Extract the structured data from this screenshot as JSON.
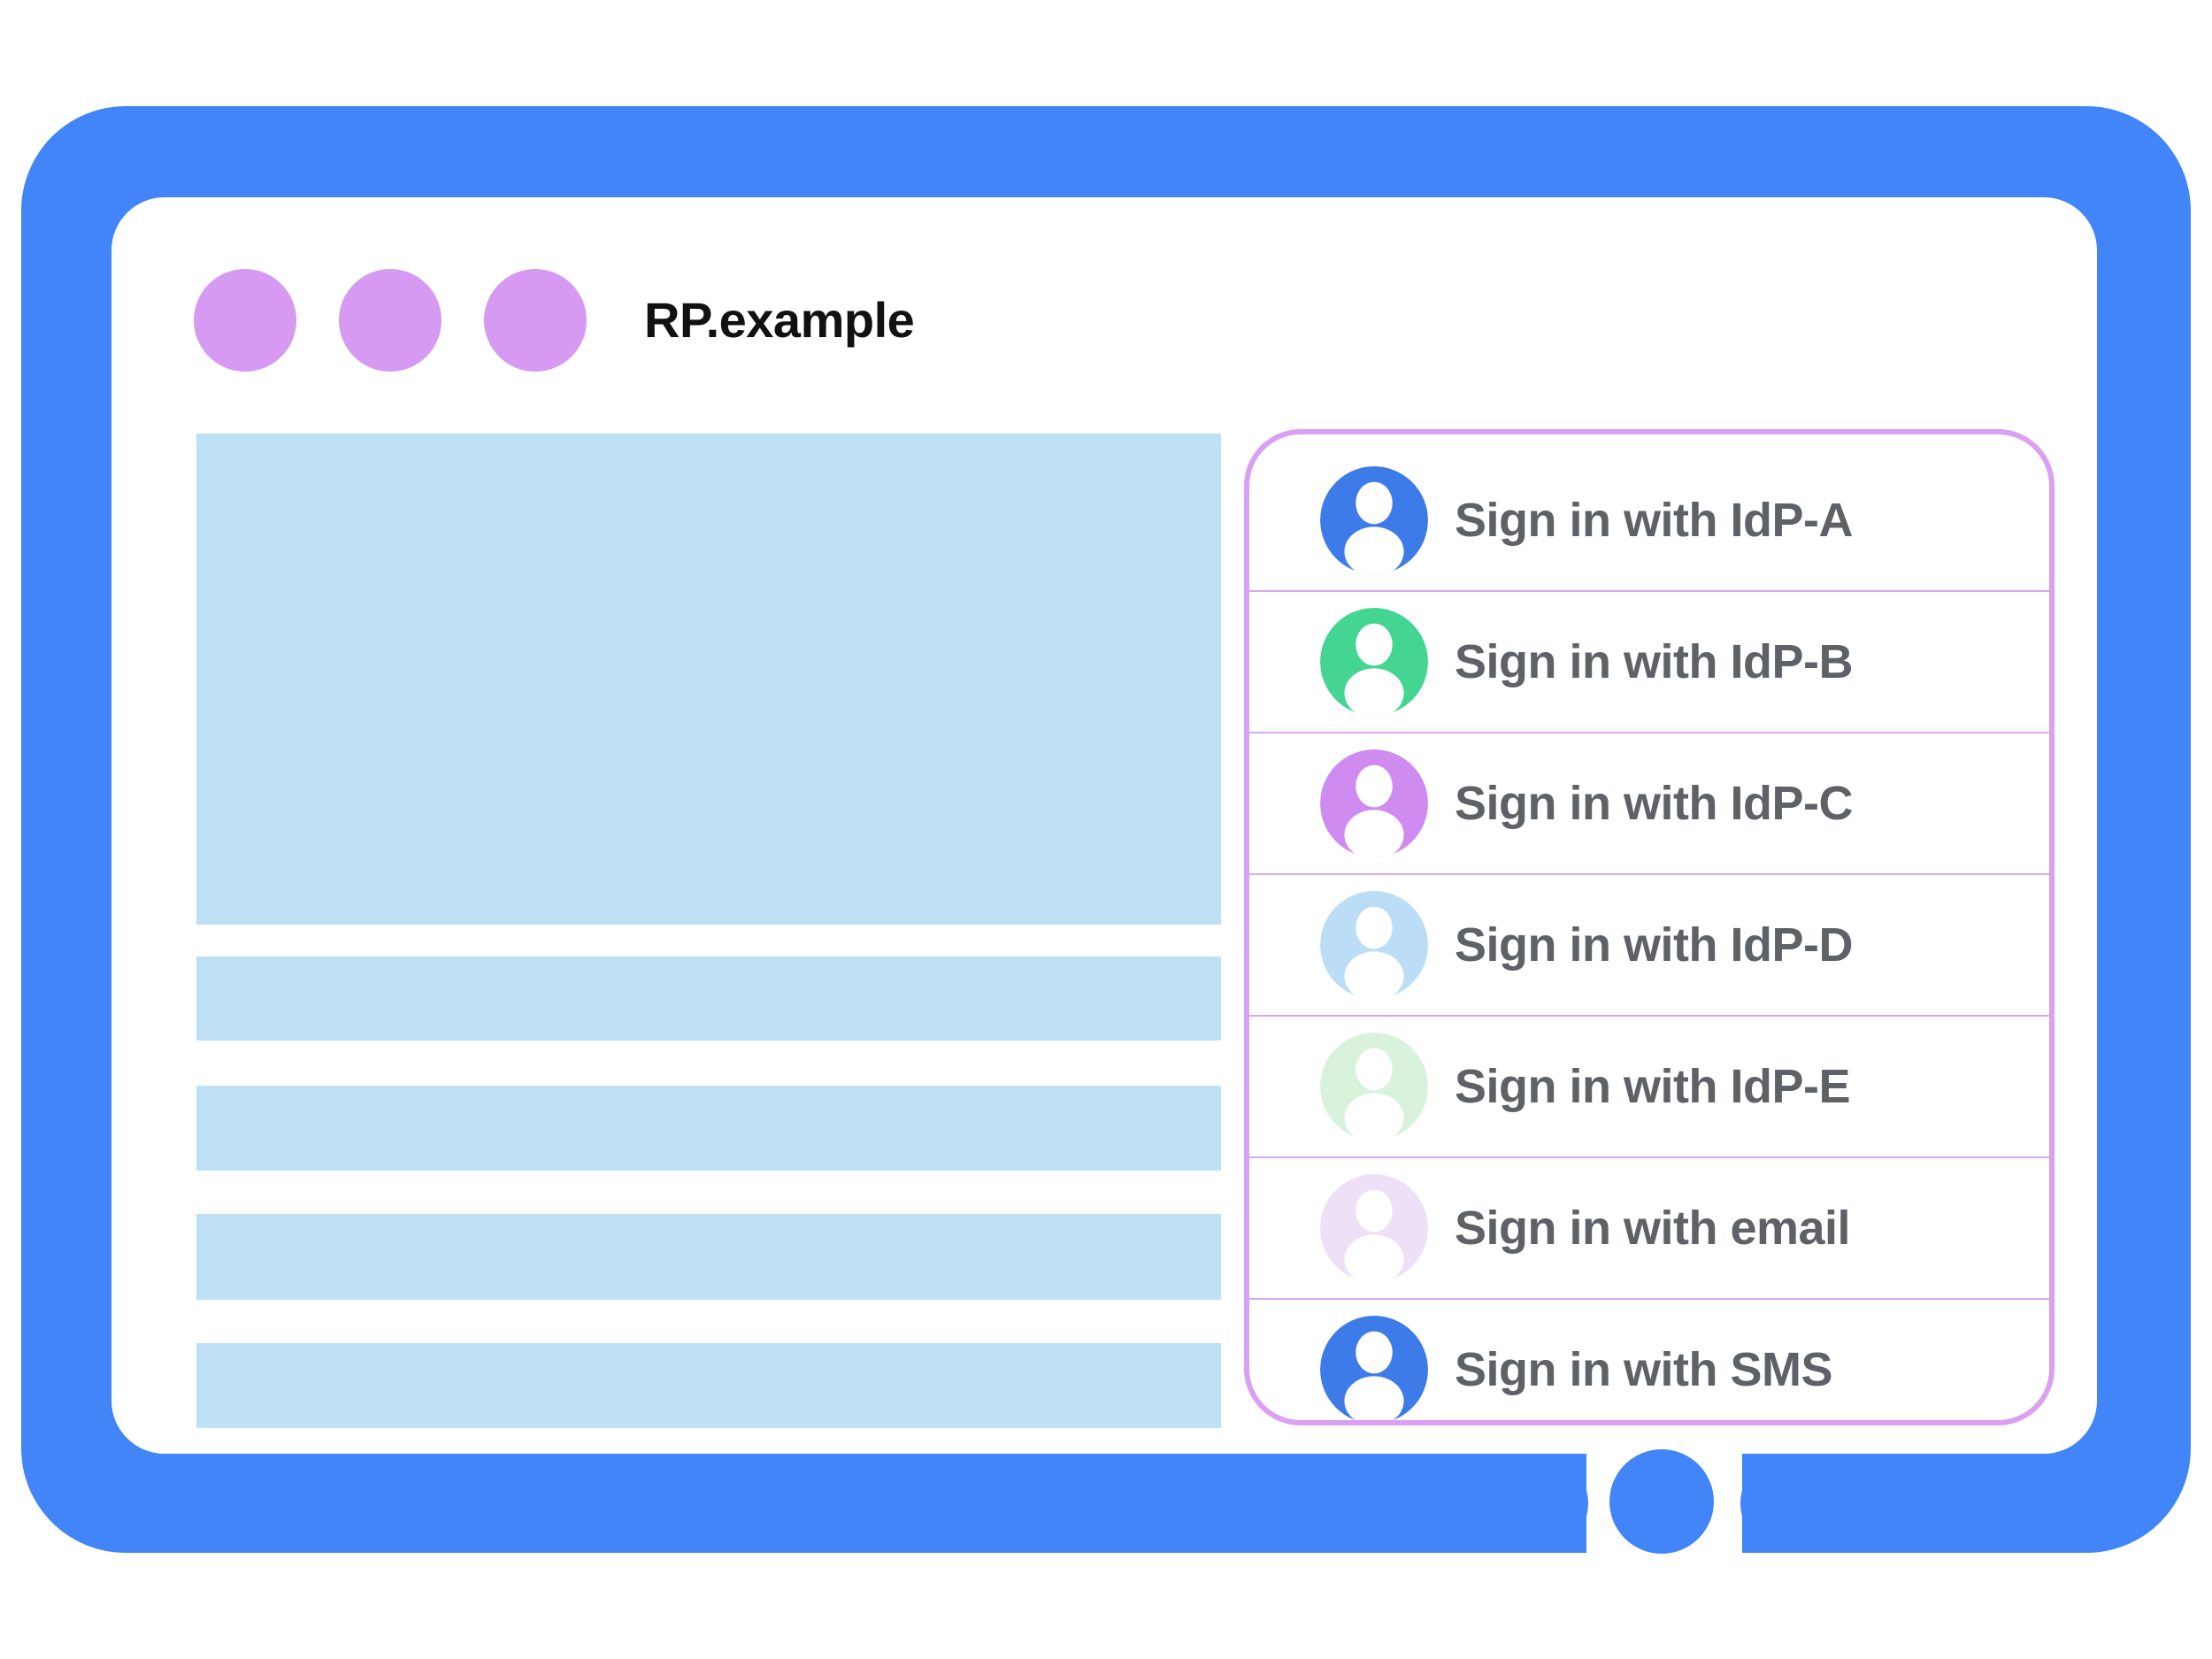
{
  "window": {
    "title": "RP.example",
    "controls_count": "3"
  },
  "signin": {
    "options": [
      {
        "label": "Sign in with IdP-A",
        "color": "#3D7CE8",
        "icon": "person-icon"
      },
      {
        "label": "Sign in with IdP-B",
        "color": "#44D592",
        "icon": "person-icon"
      },
      {
        "label": "Sign in with IdP-C",
        "color": "#CF8BF0",
        "icon": "person-icon"
      },
      {
        "label": "Sign in with IdP-D",
        "color": "#BBDDF5",
        "icon": "person-icon"
      },
      {
        "label": "Sign in with IdP-E",
        "color": "#D8F2DC",
        "icon": "person-icon"
      },
      {
        "label": "Sign in with email",
        "color": "#EEE0F7",
        "icon": "person-icon"
      },
      {
        "label": "Sign in with SMS",
        "color": "#3D7CE8",
        "icon": "person-icon"
      }
    ]
  },
  "colors": {
    "frame_blue": "#4285F8",
    "content_placeholder_blue": "#BFE1F6",
    "window_dot_orchid": "#D79AF2",
    "panel_border_pink": "#DB9FF3",
    "panel_divider_pink": "#DBA9EB",
    "label_gray": "#5E6266",
    "title_black": "#111111"
  }
}
